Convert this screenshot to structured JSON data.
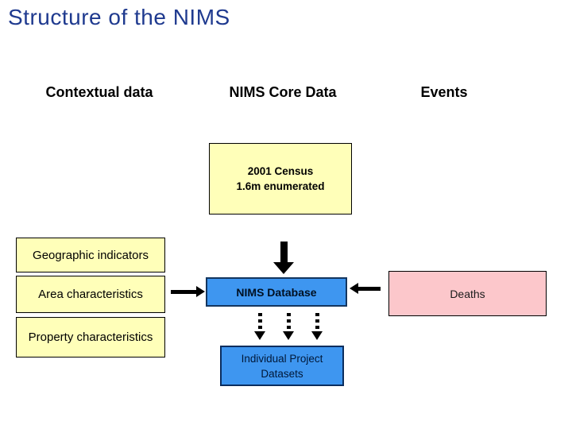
{
  "title": "Structure of the NIMS",
  "headers": {
    "contextual": "Contextual data",
    "core": "NIMS Core Data",
    "events": "Events"
  },
  "boxes": {
    "census_line1": "2001 Census",
    "census_line2": "1.6m enumerated",
    "geographic": "Geographic indicators",
    "area": "Area characteristics",
    "property": "Property characteristics",
    "nims_database": "NIMS Database",
    "deaths": "Deaths",
    "individual_line1": "Individual Project",
    "individual_line2": "Datasets"
  },
  "colors": {
    "title_text": "#1F3A8F",
    "box_yellow": "#FFFFB9",
    "box_blue": "#3E96F0",
    "box_pink": "#FCC7CB",
    "database_border": "#14365F",
    "arrow": "#000000"
  }
}
